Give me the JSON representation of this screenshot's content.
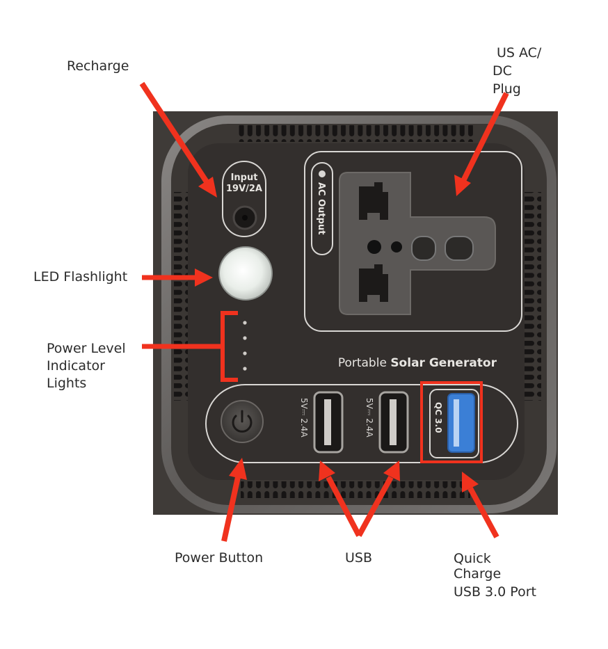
{
  "labels": {
    "recharge": "Recharge",
    "us_plug": [
      "US AC/",
      "DC",
      "Plug"
    ],
    "led_flashlight": "LED Flashlight",
    "power_level": [
      "Power Level",
      "Indicator",
      "Lights"
    ],
    "power_button": "Power Button",
    "usb": "USB",
    "quick_charge": [
      "Quick",
      "Charge",
      "USB 3.0 Port"
    ]
  },
  "device": {
    "input_label": [
      "Input",
      "19V/2A"
    ],
    "ac_output_label": "AC Output",
    "brand_light": "Portable",
    "brand_bold": "Solar Generator",
    "usb_rating_1": "5V⎓ 2.4A",
    "usb_rating_2": "5V⎓ 2.4A",
    "qc_label": "QC 3.0"
  },
  "colors": {
    "arrow": "#f0321e",
    "device_body": "#3a3633",
    "frame": "#6e6b69",
    "panel_text": "#e8e6e2",
    "qc_port": "#3b7fd6"
  }
}
